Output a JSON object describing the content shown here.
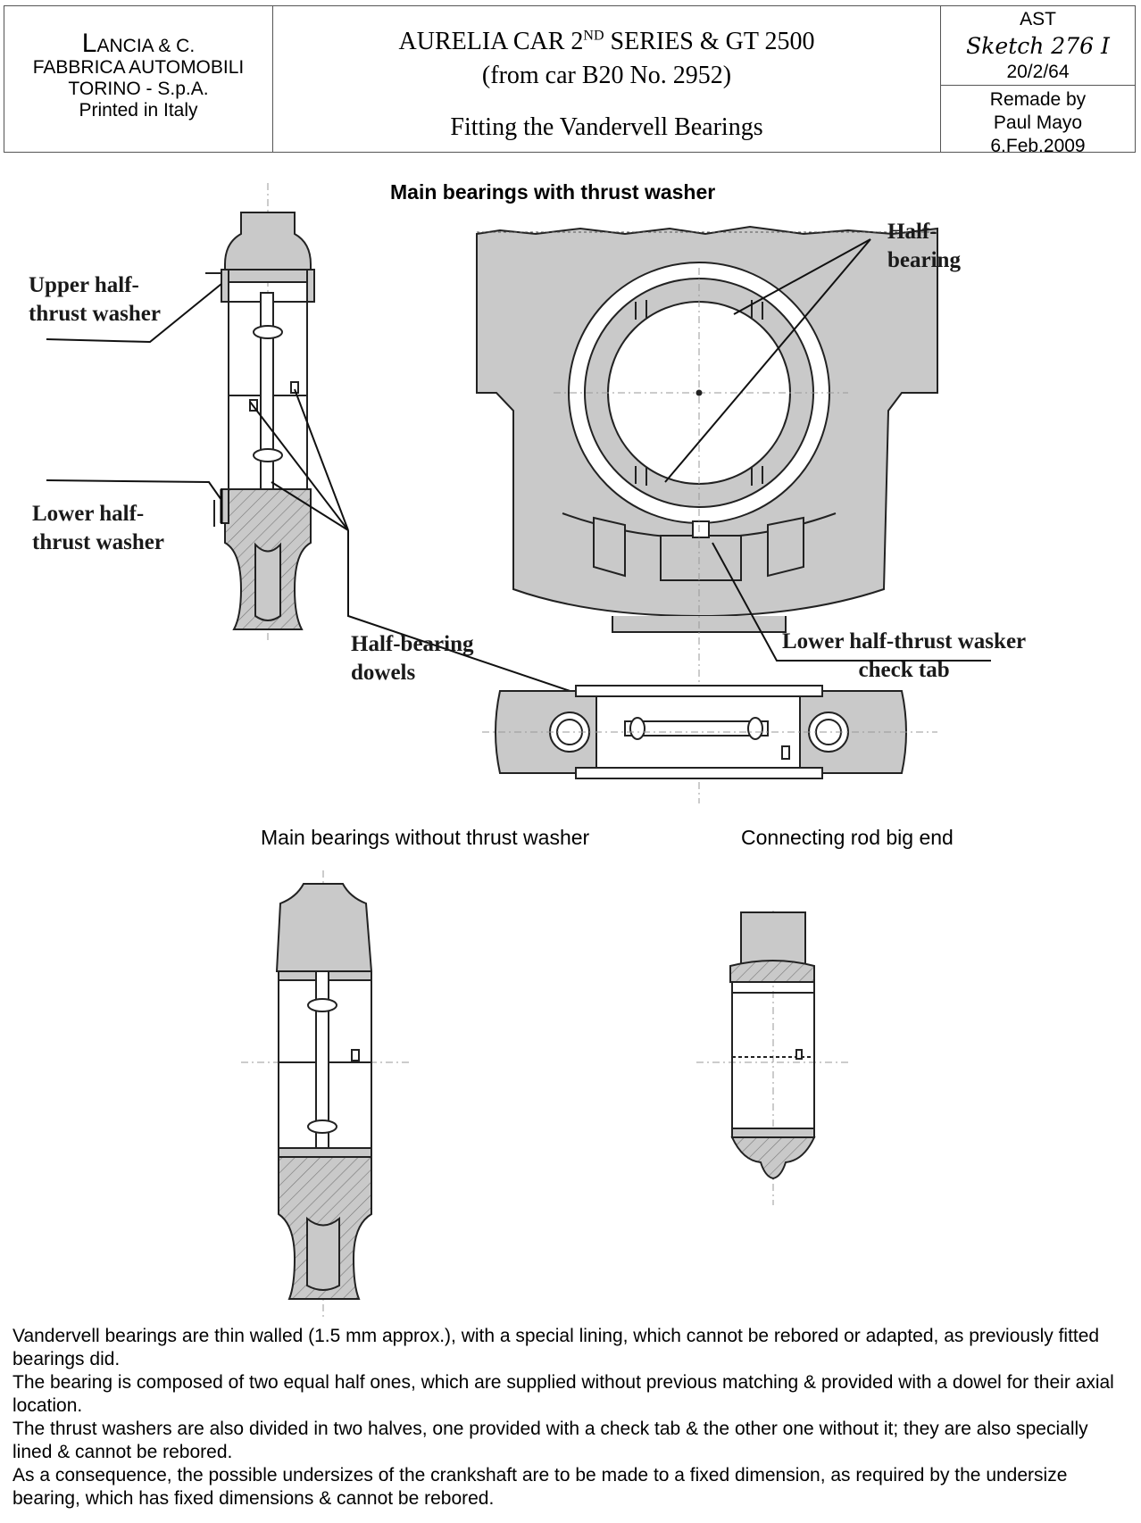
{
  "header": {
    "maker_initial": "L",
    "maker_rest": "ANCIA & C.",
    "maker_line2": "FABBRICA AUTOMOBILI",
    "maker_line3": "TORINO - S.p.A.",
    "maker_line4": "Printed in Italy",
    "title_main": "AURELIA CAR 2",
    "title_sup": "ND",
    "title_rest": " SERIES & GT 2500",
    "title_line2": "(from car B20  No. 2952)",
    "title_line3": "Fitting the Vandervell Bearings",
    "ref_code": "AST",
    "sketch": "Sketch 276 I",
    "date": "20/2/64",
    "remade_line1": "Remade by",
    "remade_line2": "Paul Mayo",
    "remade_line3": "6.Feb.2009"
  },
  "headings": {
    "with_thrust": "Main bearings with thrust washer",
    "without_thrust": "Main bearings without thrust washer",
    "con_rod": "Connecting rod big end"
  },
  "labels": {
    "upper_1": "Upper half-",
    "upper_2": "thrust washer",
    "lower_1": "Lower half-",
    "lower_2": "thrust washer",
    "dowels_1": "Half-bearing",
    "dowels_2": "dowels",
    "half_1": "Half-",
    "half_2": "bearing",
    "tab_1": "Lower half-thrust wasker",
    "tab_2": "check tab"
  },
  "notes": [
    "Vandervell bearings are thin walled (1.5 mm approx.), with a special lining, which cannot be rebored or adapted, as previously fitted bearings did.",
    "The bearing is composed of two equal half ones, which are supplied without previous matching & provided with a dowel for their axial location.",
    "The thrust washers are also divided in two halves, one provided with a check tab & the other one without it; they are also specially lined & cannot be rebored.",
    "As a consequence, the possible undersizes of the crankshaft are to be made to a fixed dimension, as required by the undersize bearing, which has fixed dimensions & cannot be rebored."
  ],
  "colors": {
    "metal_fill": "#c9c9c9",
    "line": "#222222"
  }
}
